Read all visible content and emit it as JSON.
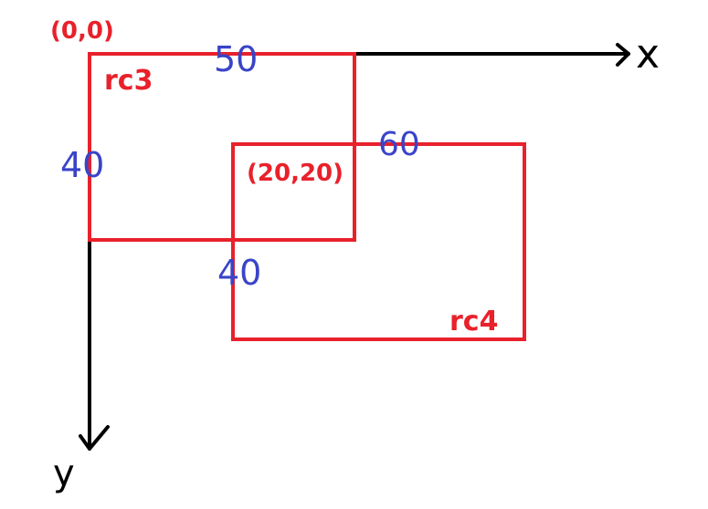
{
  "origin_label": "(0,0)",
  "axes": {
    "x_label": "x",
    "y_label": "y"
  },
  "rect3": {
    "name": "rc3",
    "width_label": "50",
    "height_label": "40"
  },
  "rect4": {
    "name": "rc4",
    "corner_label": "(20,20)",
    "width_label": "60",
    "height_label": "40"
  },
  "colors": {
    "rect_stroke": "#e8212b",
    "dimension_text": "#3a44c8",
    "axis": "#000000"
  }
}
